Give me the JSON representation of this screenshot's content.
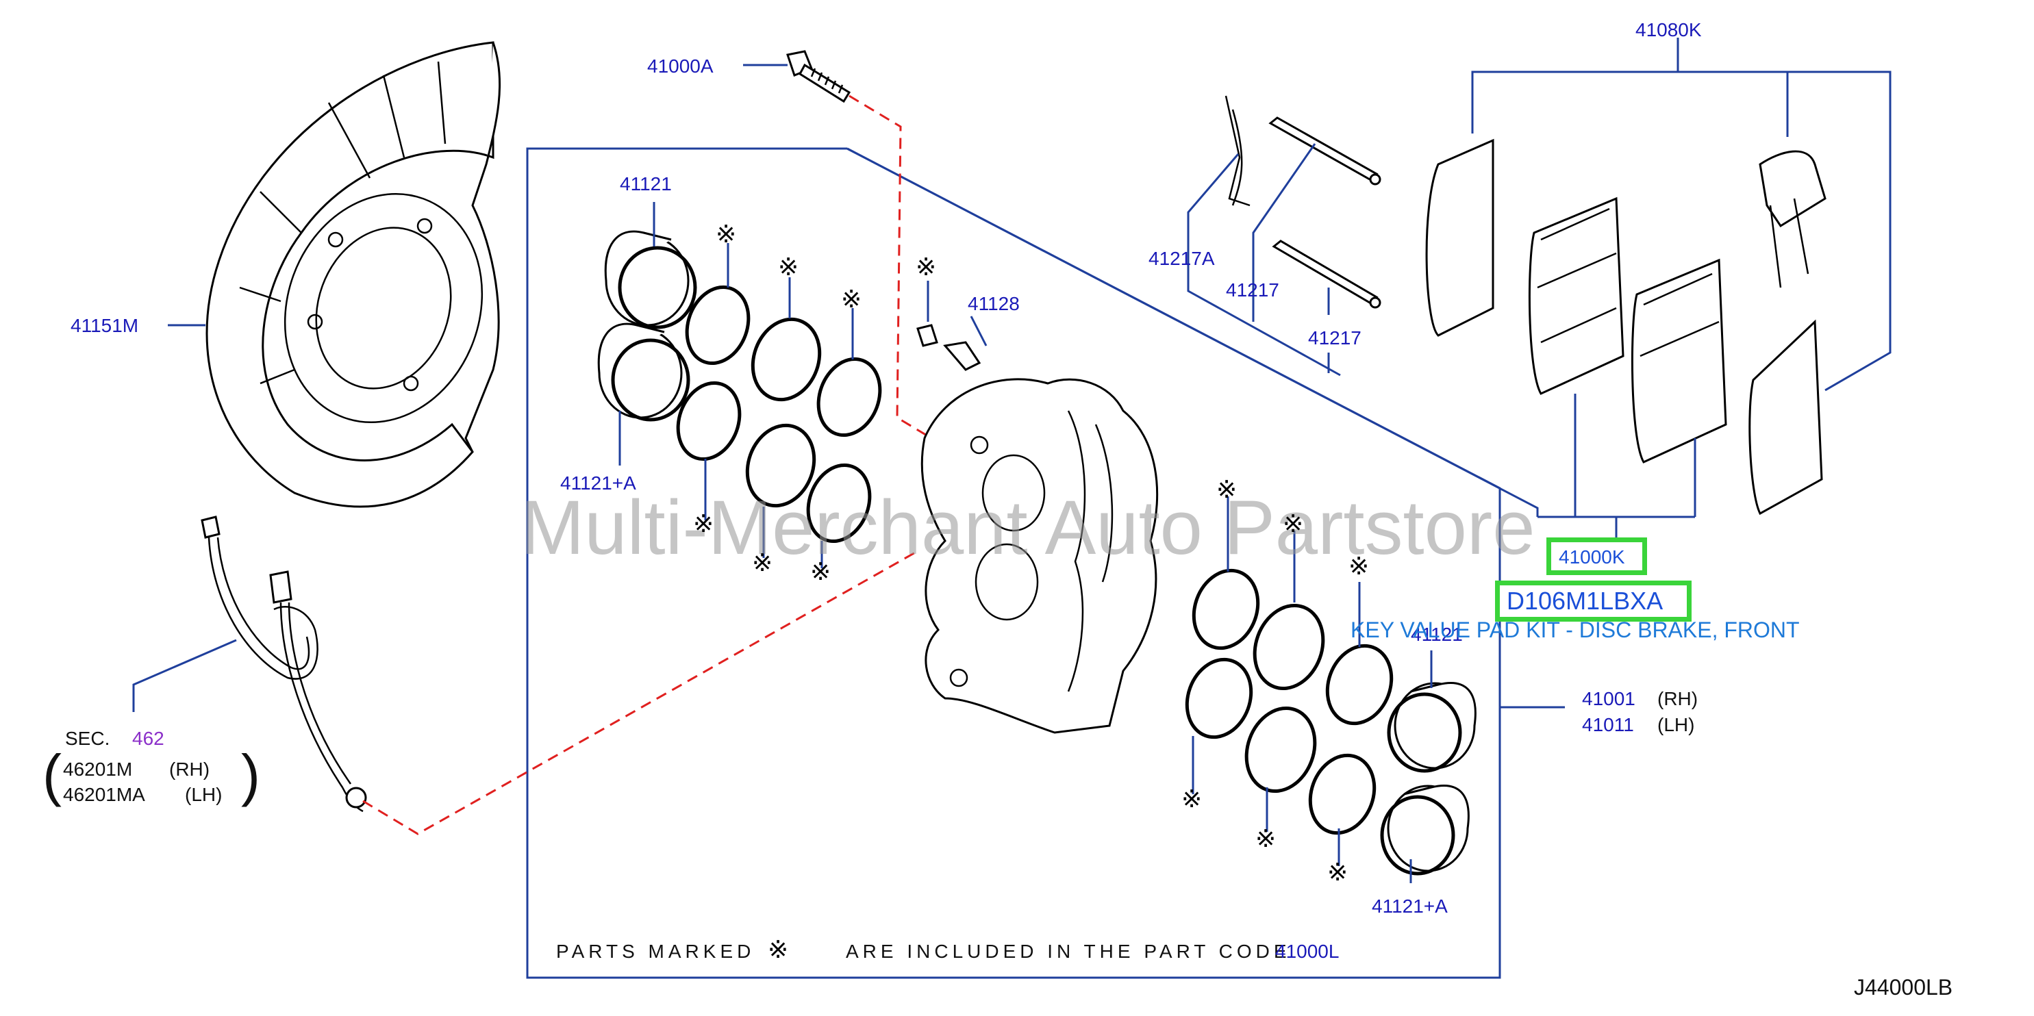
{
  "callouts": {
    "p41000A": "41000A",
    "p41121": "41121",
    "p41121A_left": "41121+A",
    "p41151M": "41151M",
    "p41128": "41128",
    "p41217A": "41217A",
    "p41217_a": "41217",
    "p41217_b": "41217",
    "p41080K": "41080K",
    "p41001": "41001",
    "p41011": "41011",
    "rh": "(RH)",
    "lh": "(LH)",
    "p41121A_right": "41121+A",
    "sec_label": "SEC.",
    "sec_num": "462",
    "p46201M": "46201M",
    "p46201MA": "46201MA",
    "rh2": "(RH)",
    "lh2": "(LH)",
    "p41121_right_overlap": "41121"
  },
  "highlight": {
    "part_number": "41000K",
    "oem_code": "D106M1LBXA",
    "description": "KEY VALUE PAD KIT - DISC BRAKE, FRONT"
  },
  "footer": {
    "note_prefix": "PARTS MARKED",
    "note_symbol": "※",
    "note_suffix": "ARE INCLUDED IN THE PART CODE",
    "note_code": "41000L",
    "diagram_id": "J44000LB"
  },
  "watermark": "Multi-Merchant Auto Partstore",
  "marker_symbol": "※",
  "colors": {
    "leader_line": "#1f3f9c",
    "dashed_line": "#e0201f",
    "highlight_border": "#3ad43a",
    "label_text": "#1a1ab8"
  }
}
